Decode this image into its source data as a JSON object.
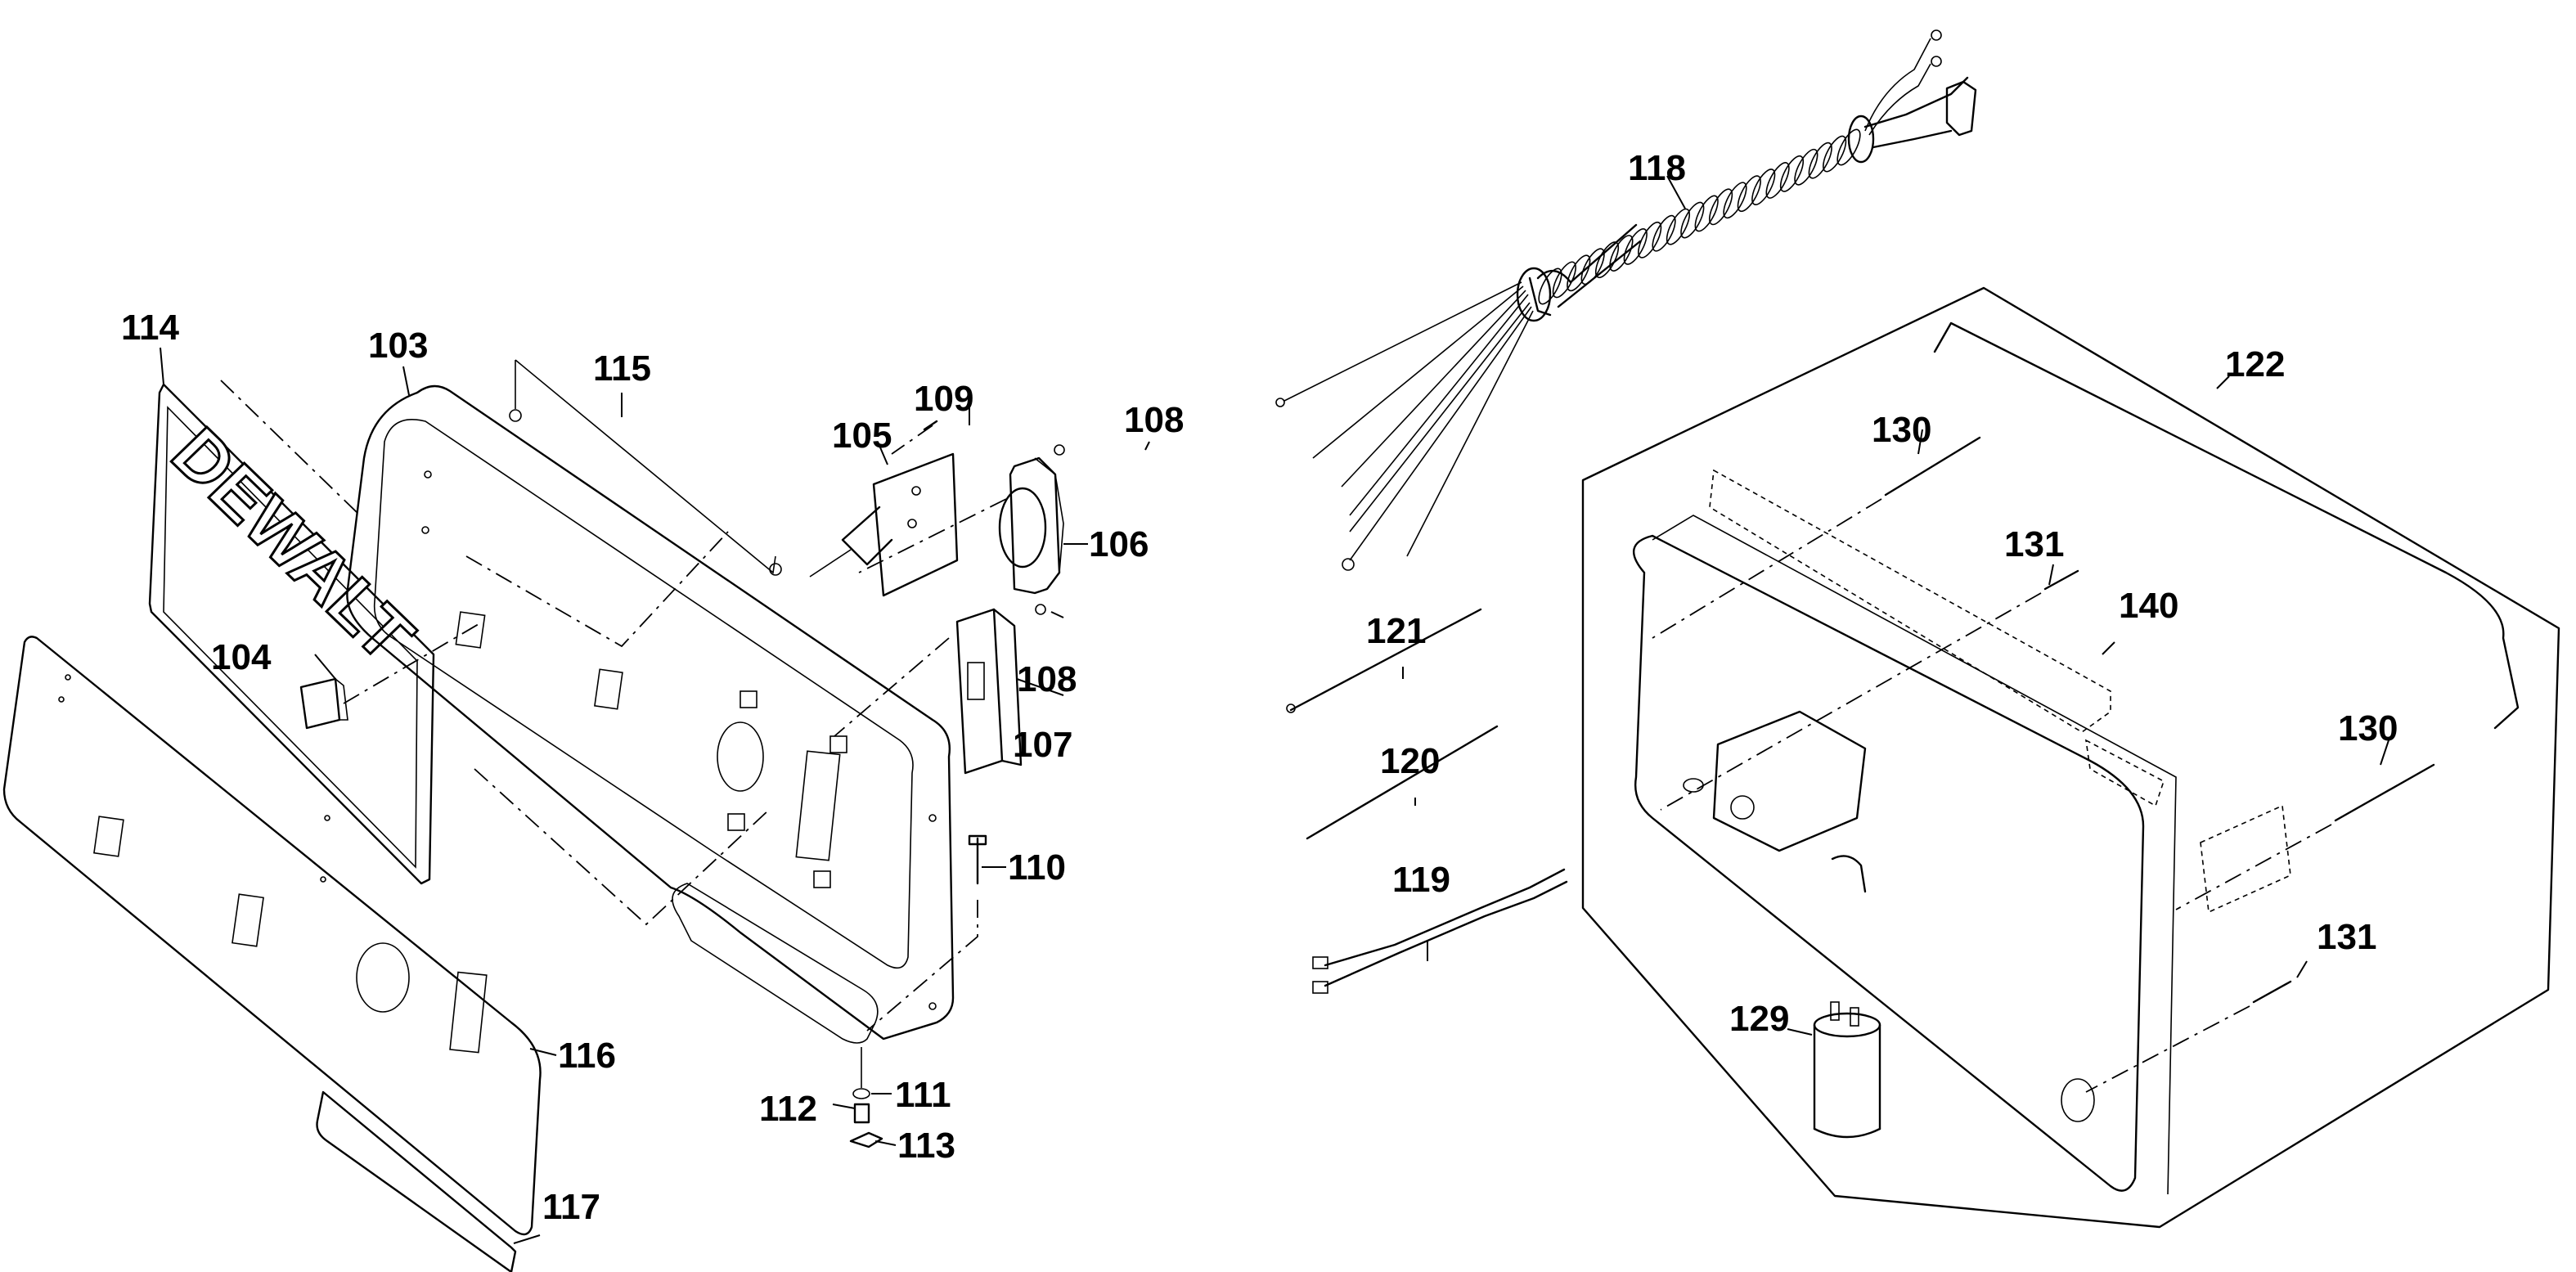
{
  "diagram": {
    "type": "exploded-parts-diagram",
    "brand_logo_text": "DEWALT",
    "callouts": [
      {
        "id": "114",
        "part": "nameplate-logo"
      },
      {
        "id": "103",
        "part": "control-panel"
      },
      {
        "id": "115",
        "part": "panel-nuts"
      },
      {
        "id": "105",
        "part": "circuit-breaker"
      },
      {
        "id": "109",
        "part": "breaker-screw"
      },
      {
        "id": "108",
        "part": "receptacle-nut"
      },
      {
        "id": "106",
        "part": "twist-lock-receptacle"
      },
      {
        "id": "108b",
        "part": "receptacle-nut",
        "label": "108"
      },
      {
        "id": "107",
        "part": "gfci-receptacle"
      },
      {
        "id": "104",
        "part": "rocker-switch"
      },
      {
        "id": "110",
        "part": "bolt"
      },
      {
        "id": "111",
        "part": "washer"
      },
      {
        "id": "112",
        "part": "nut"
      },
      {
        "id": "113",
        "part": "wing-nut"
      },
      {
        "id": "116",
        "part": "panel-decal"
      },
      {
        "id": "117",
        "part": "label-decal"
      },
      {
        "id": "118",
        "part": "wire-harness"
      },
      {
        "id": "121",
        "part": "ground-wire"
      },
      {
        "id": "120",
        "part": "jumper-wire"
      },
      {
        "id": "119",
        "part": "lead-wire-pair"
      },
      {
        "id": "122",
        "part": "control-box-housing"
      },
      {
        "id": "130",
        "part": "long-bolt"
      },
      {
        "id": "131",
        "part": "short-bolt"
      },
      {
        "id": "140",
        "part": "housing-label"
      },
      {
        "id": "130b",
        "part": "long-bolt",
        "label": "130"
      },
      {
        "id": "131b",
        "part": "short-bolt",
        "label": "131"
      },
      {
        "id": "129",
        "part": "capacitor"
      }
    ],
    "labels": {
      "l114": "114",
      "l103": "103",
      "l115": "115",
      "l105": "105",
      "l109": "109",
      "l108a": "108",
      "l106": "106",
      "l108b": "108",
      "l107": "107",
      "l104": "104",
      "l110": "110",
      "l111": "111",
      "l112": "112",
      "l113": "113",
      "l116": "116",
      "l117": "117",
      "l118": "118",
      "l121": "121",
      "l120": "120",
      "l119": "119",
      "l122": "122",
      "l130a": "130",
      "l131a": "131",
      "l140": "140",
      "l130b": "130",
      "l131b": "131",
      "l129": "129"
    }
  }
}
